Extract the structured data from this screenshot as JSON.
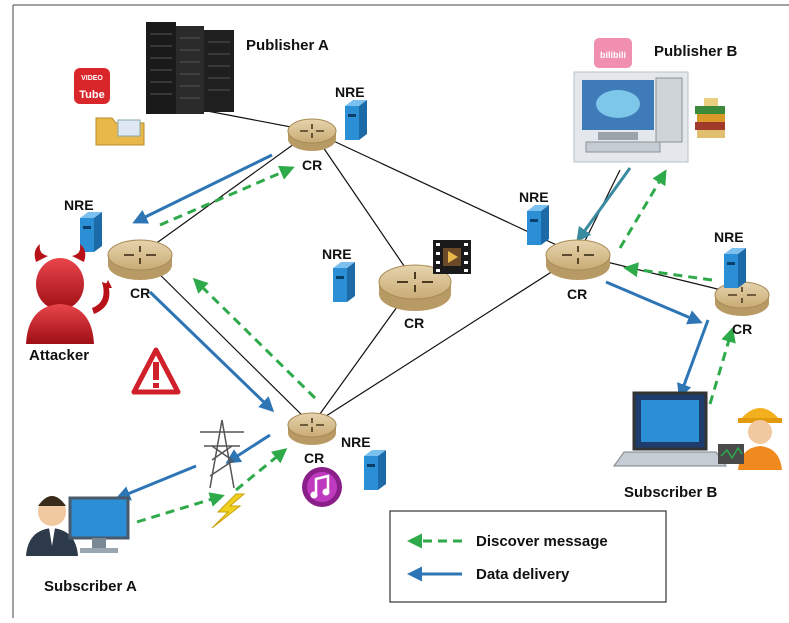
{
  "labels": {
    "publisher_a": "Publisher A",
    "publisher_b": "Publisher B",
    "subscriber_a": "Subscriber A",
    "subscriber_b": "Subscriber B",
    "attacker": "Attacker",
    "cr": "CR",
    "nre": "NRE"
  },
  "icons": {
    "video_tile_top": "VIDEO",
    "video_tile_bottom": "Tube",
    "bilibili": "bilibili"
  },
  "legend": {
    "discover": "Discover message",
    "delivery": "Data delivery"
  },
  "colors": {
    "discover": "#2eaa4a",
    "delivery": "#2e75b6",
    "router_top": "#d9c39a",
    "router_side": "#b89a64",
    "nre_front": "#2b8fd6",
    "nre_side": "#1d6aa8",
    "warning": "#d0202a",
    "attacker": "#c0141c"
  }
}
